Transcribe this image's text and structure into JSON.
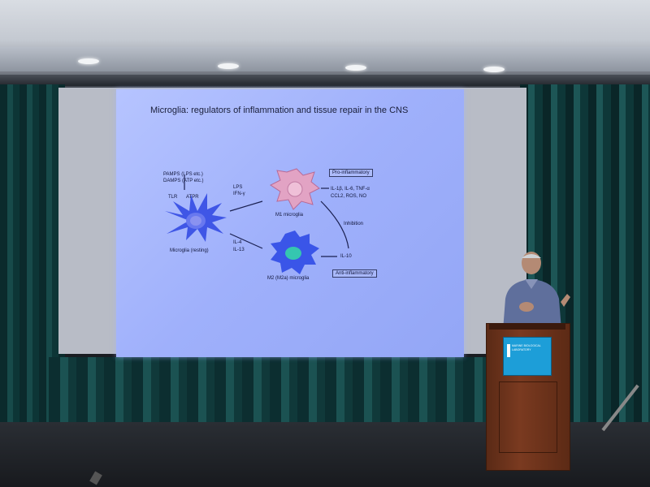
{
  "slide": {
    "title": "Microglia: regulators of inflammation and tissue repair in the CNS",
    "stimuli_top": "PAMPS (LPS etc.)",
    "stimuli_top2": "DAMPS (ATP etc.)",
    "tlr": "TLR",
    "atpr": "ATPR",
    "lps": "LPS",
    "ifn": "IFN-γ",
    "il4": "IL-4",
    "il13": "IL-13",
    "m1_label": "M1 microglia",
    "resting_label": "Microglia (resting)",
    "m2_label": "M2 (M2a) microglia",
    "pro_box": "Pro-inflammatory",
    "pro_cytokines_1": "IL-1β, IL-6, TNF-α",
    "pro_cytokines_2": "CCL2, ROS, NO",
    "inhibition": "Inhibition",
    "il10": "IL-10",
    "anti_box": "Anti-inflammatory"
  },
  "placard": {
    "text": "MARINE BIOLOGICAL LABORATORY"
  },
  "colors": {
    "slide_bg": "#a6b6fb",
    "resting_cell": "#3f56e6",
    "m1_cell": "#e2a3c4",
    "m2_cell": "#3a55e8",
    "m2_nucleus": "#35c6b0",
    "placard": "#1d9ed8",
    "curtain": "#174a4a",
    "podium": "#6b3219"
  }
}
